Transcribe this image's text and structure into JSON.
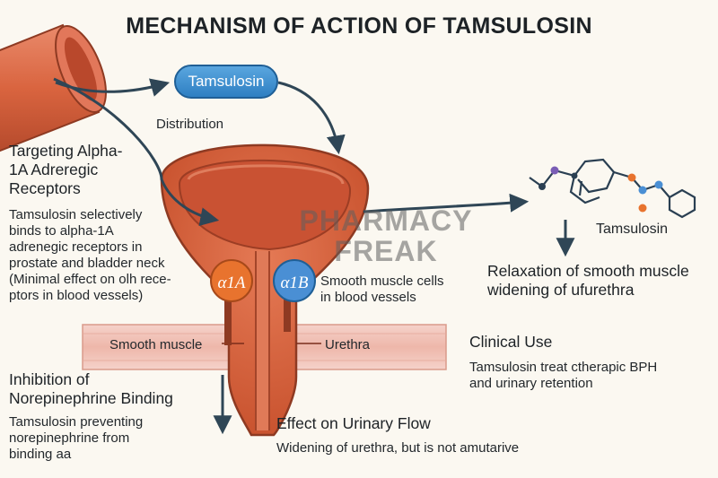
{
  "title": "MECHANISM OF ACTION OF TAMSULOSIN",
  "pill_label": "Tamsulosin",
  "distribution_label": "Distribution",
  "watermark": {
    "line1": "PHARMACY",
    "line2": "FREAK"
  },
  "targeting": {
    "heading_lines": [
      "Targeting Alpha-",
      "1A Adreregic",
      "Receptors"
    ],
    "body_lines": [
      "Tamsulosin selectively",
      "binds to alpha-1A",
      "adrenegic receptors in",
      "prostate and bladder neck",
      "(Minimal effect on olh rece-",
      "ptors in blood vessels)"
    ]
  },
  "receptors": {
    "alpha1a": "α1A",
    "alpha1b": "α1B"
  },
  "smooth_cells_lines": [
    "Smooth muscle cells",
    "in blood vessels"
  ],
  "smooth_muscle_label": "Smooth muscle",
  "urethra_label": "Urethra",
  "molecule_label": "Tamsulosin",
  "relaxation_lines": [
    "Relaxation of smooth muscle",
    "widening of ufurethra"
  ],
  "clinical": {
    "heading": "Clinical Use",
    "body_lines": [
      "Tamsulosin treat ctherapic BPH",
      "and urinary retention"
    ]
  },
  "inhibition": {
    "heading_lines": [
      "Inhibition of",
      "Norepinephrine Binding"
    ],
    "body_lines": [
      "Tamsulosin preventing",
      "norepinephrine from",
      "binding aa"
    ]
  },
  "effect": {
    "heading": "Effect on Urinary Flow",
    "body": "Widening of urethra, but is not amutarive"
  },
  "colors": {
    "organ": "#d9643f",
    "organ_dark": "#b54a2c",
    "organ_inner": "#c85434",
    "band": "#f2c6bd",
    "arrow": "#2f4656",
    "blue": "#2e7fc2",
    "orange": "#e8732e"
  }
}
